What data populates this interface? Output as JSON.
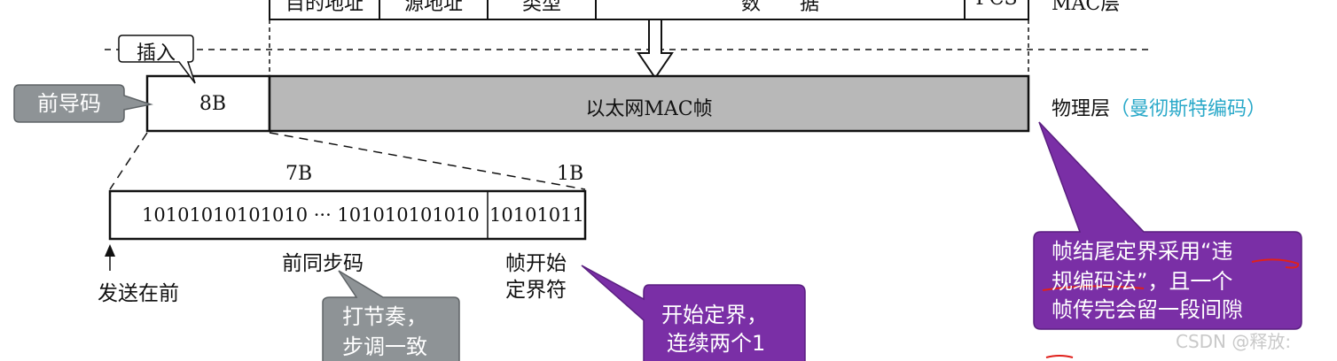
{
  "mac_layer": {
    "fields": [
      "目的地址",
      "源地址",
      "类型",
      "数　　据",
      "FCS"
    ],
    "layer_label": "MAC层"
  },
  "physical_layer": {
    "preamble_size": "8B",
    "frame_label": "以太网MAC帧",
    "layer_label": "物理层",
    "encoding_label": "（曼彻斯特编码）"
  },
  "preamble": {
    "sync_size": "7B",
    "sfd_size": "1B",
    "sync_bits": "10101010101010  ···  101010101010",
    "sfd_bits": "10101011",
    "sync_label": "前同步码",
    "sfd_label_line1": "帧开始",
    "sfd_label_line2": "定界符",
    "send_first_label": "发送在前"
  },
  "callouts": {
    "insert": "插入",
    "preamble": "前导码",
    "rhythm_line1": "打节奏，",
    "rhythm_line2": "步调一致",
    "start_line1": "开始定界，",
    "start_line2": "连续两个1",
    "end_line1": "帧结尾定界采用“违",
    "end_line2": "规编码法”，且一个",
    "end_line3": "帧传完会留一段间隙"
  },
  "watermark": "CSDN @释放:",
  "colors": {
    "purple": "#7a2fa6",
    "grey_callout": "#8e9396",
    "frame_fill": "#b8b8b8",
    "encoding_text": "#2aa9c9",
    "red_mark": "#e0201b"
  }
}
